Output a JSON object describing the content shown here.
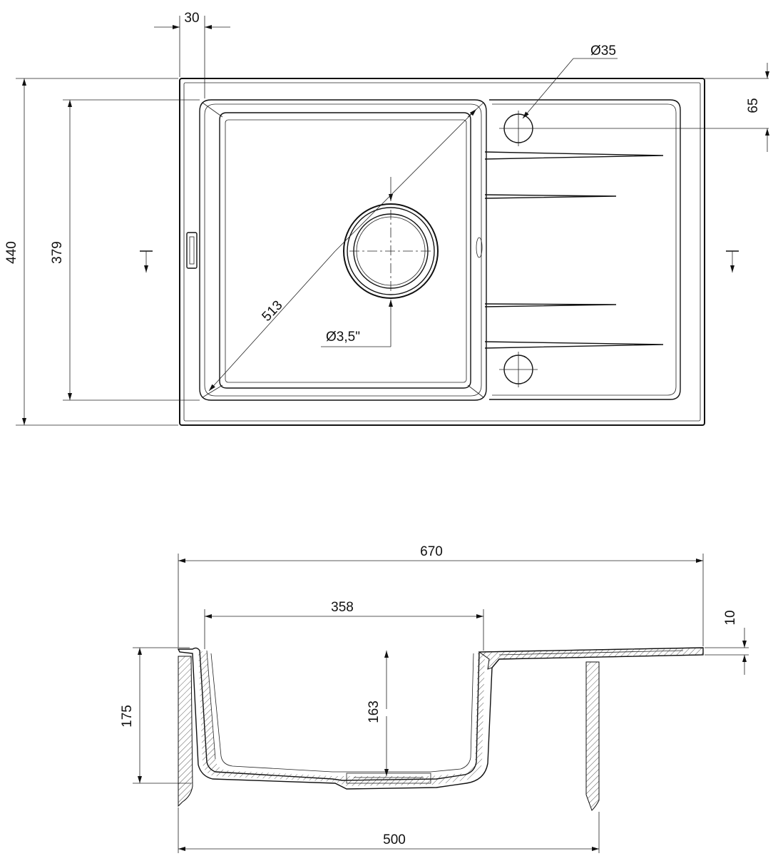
{
  "top_view": {
    "dims": {
      "rim_width": "30",
      "tap_hole_dia": "Ø35",
      "tap_hole_offset": "65",
      "total_depth": "440",
      "bowl_depth": "379",
      "diagonal": "513",
      "drain_dia": "Ø3,5\""
    }
  },
  "side_view": {
    "dims": {
      "total_width": "670",
      "bowl_width": "358",
      "rim_thickness": "10",
      "total_height": "175",
      "bowl_height": "163",
      "cabinet_width": "500"
    }
  }
}
